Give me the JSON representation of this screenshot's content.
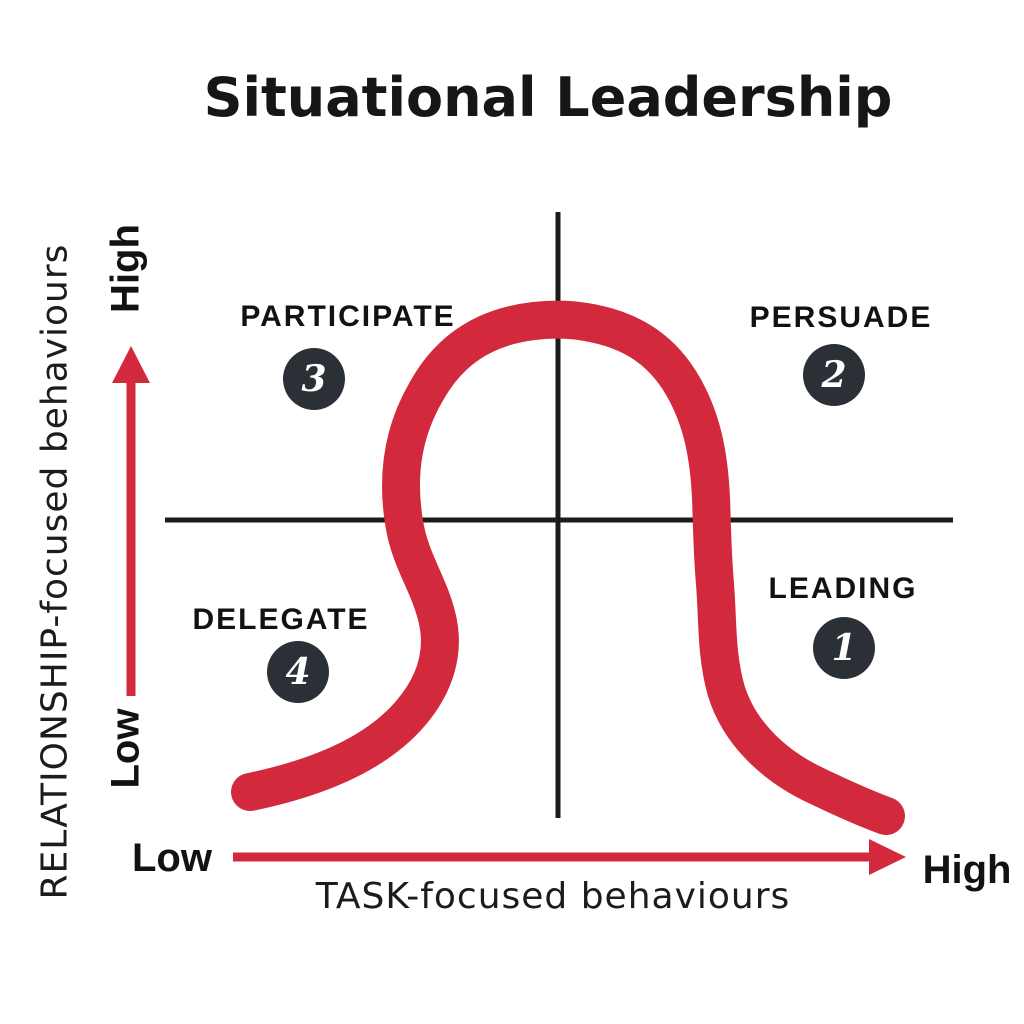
{
  "title": "Situational Leadership",
  "colors": {
    "accent-red": "#d2293d",
    "badge-dark": "#2b2f36",
    "ink": "#161616"
  },
  "quadrants": [
    {
      "position": "top-left",
      "label": "PARTICIPATE",
      "number": "3"
    },
    {
      "position": "top-right",
      "label": "PERSUADE",
      "number": "2"
    },
    {
      "position": "bottom-left",
      "label": "DELEGATE",
      "number": "4"
    },
    {
      "position": "bottom-right",
      "label": "LEADING",
      "number": "1"
    }
  ],
  "y_axis": {
    "label": "RELATIONSHIP-focused behaviours",
    "high": "High",
    "low": "Low"
  },
  "x_axis": {
    "label": "TASK-focused behaviours",
    "high": "High",
    "low": "Low"
  },
  "curve": {
    "type": "bell",
    "description": "Hand-drawn red bell curve passing through quadrants 4-3-2-1"
  }
}
